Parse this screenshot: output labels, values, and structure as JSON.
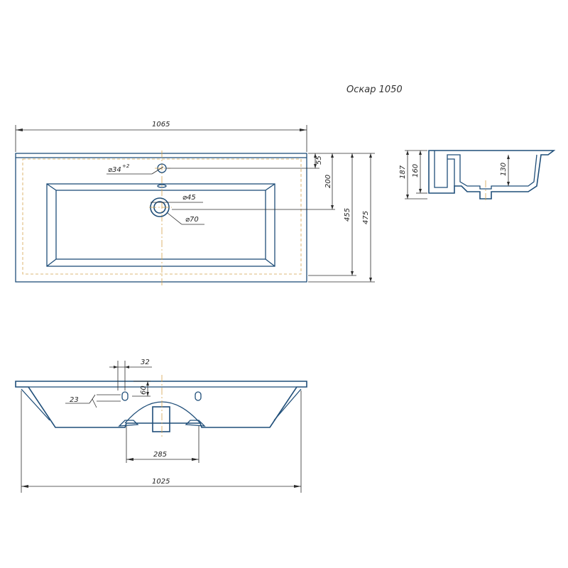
{
  "title": "Оскар 1050",
  "colors": {
    "outline": "#1f4e79",
    "dimension": "#2b2b2b",
    "centerline": "#d4a24c"
  },
  "dimensions": {
    "overall_width": "1065",
    "tap_hole_dia": "⌀34",
    "tap_hole_tol": "+2",
    "tap_hole_offset": "55",
    "drain_offset": "200",
    "bowl_depth": "455",
    "overall_depth": "475",
    "drain_inner_dia": "⌀45",
    "drain_outer_dia": "⌀70",
    "side_height_total": "187",
    "side_height_inner": "160",
    "side_bowl_depth": "130",
    "mount_hole_offset": "32",
    "mount_hole_height": "60",
    "mount_hole_dia": "23",
    "mount_hole_spacing": "285",
    "bottom_width": "1025"
  }
}
